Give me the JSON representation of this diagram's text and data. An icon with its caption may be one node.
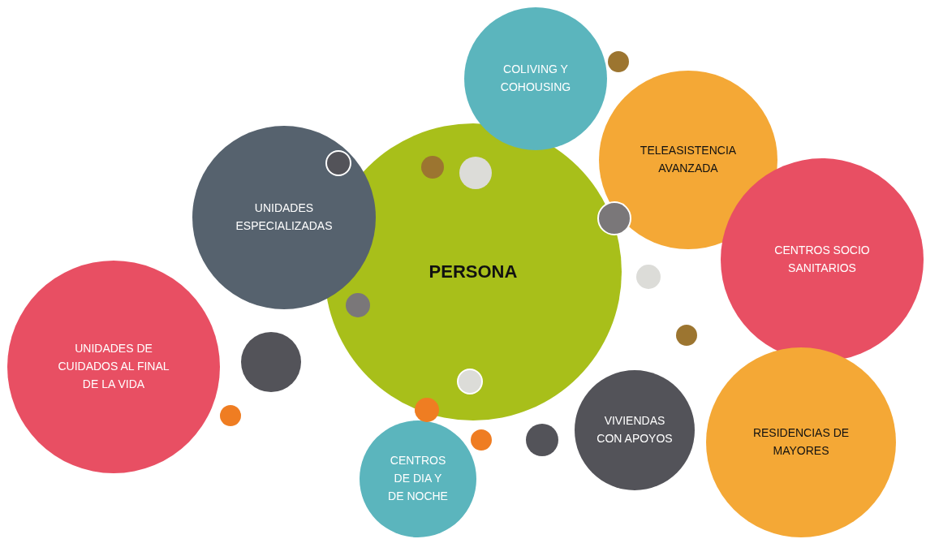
{
  "diagram": {
    "nodes": [
      {
        "text": [
          "UNIDADES ESPECIALIZADAS"
        ]
      },
      {
        "text": [
          "PERSONA"
        ]
      },
      {
        "text": [
          "COLIVING Y COHOUSING"
        ]
      },
      {
        "text": [
          "TELEASISTENCIA AVANZADA"
        ]
      },
      {
        "text": [
          "CENTROS SOCIO SANITARIOS"
        ]
      },
      {
        "text": [
          "UNIDADES DE CUIDADOS AL FINAL DE LA VIDA"
        ]
      },
      {
        "text": [
          "CENTROS DE DIA Y DE NOCHE"
        ]
      },
      {
        "text": [
          "VIVIENDAS CON APOYOS"
        ]
      },
      {
        "text": [
          "RESIDENCIAS DE MAYORES"
        ]
      }
    ],
    "edges": []
  }
}
